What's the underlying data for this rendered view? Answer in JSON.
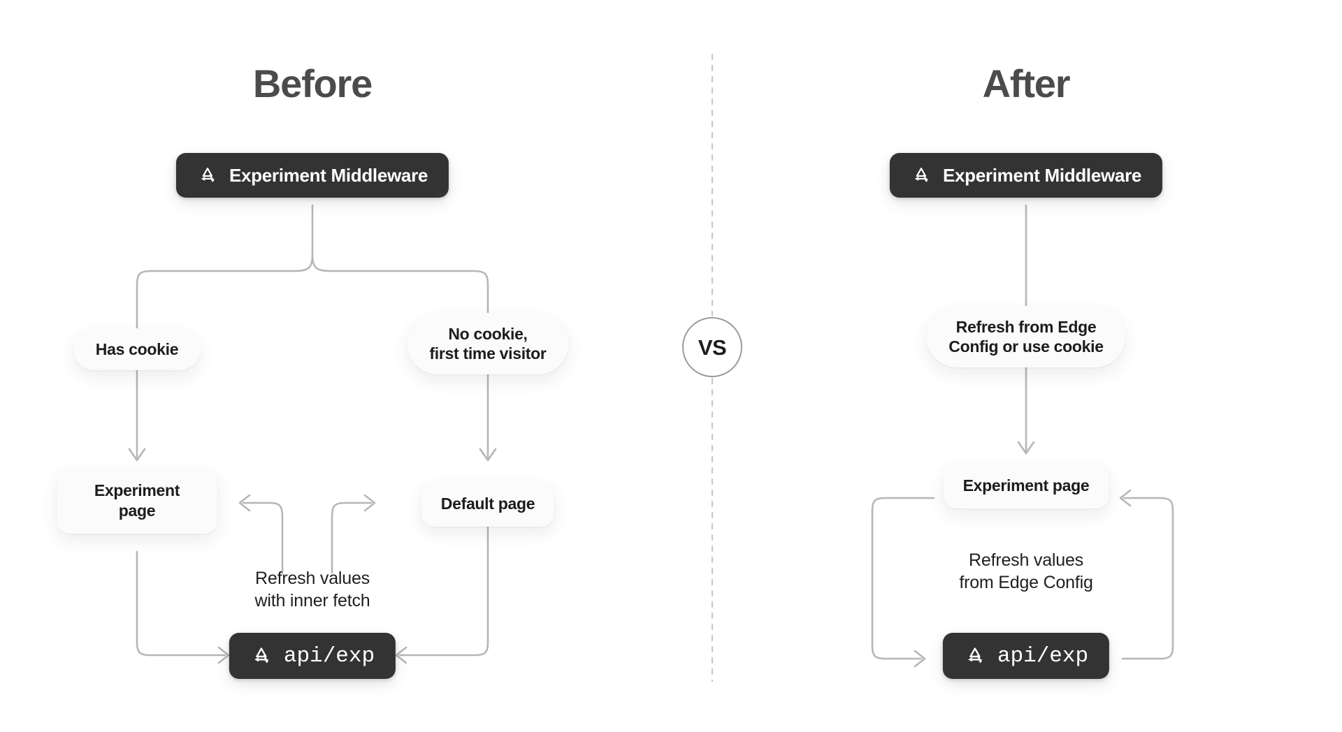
{
  "page": {
    "background": "#ffffff",
    "line_color": "#b6b6b6",
    "dark_node_color": "#333333",
    "pill_color": "#fbfbfb",
    "text_color": "#1c1c1c",
    "title_color": "#4b4b4b"
  },
  "divider": {
    "badge_label": "VS",
    "style": "dashed-vertical"
  },
  "before": {
    "title": "Before",
    "middleware": {
      "label": "Experiment Middleware",
      "icon": "vercel-experiment-logo"
    },
    "branch_left": {
      "label": "Has cookie"
    },
    "branch_right": {
      "line1": "No cookie,",
      "line2": "first time visitor"
    },
    "page_left": {
      "line1": "Experiment",
      "line2": "page"
    },
    "page_right": {
      "label": "Default page"
    },
    "refresh_caption": {
      "line1": "Refresh values",
      "line2": "with inner fetch"
    },
    "api": {
      "label": "api/exp",
      "icon": "vercel-experiment-logo"
    }
  },
  "after": {
    "title": "After",
    "middleware": {
      "label": "Experiment Middleware",
      "icon": "vercel-experiment-logo"
    },
    "branch": {
      "line1": "Refresh from Edge",
      "line2": "Config or use cookie"
    },
    "page": {
      "label": "Experiment page"
    },
    "refresh_caption": {
      "line1": "Refresh values",
      "line2": "from Edge Config"
    },
    "api": {
      "label": "api/exp",
      "icon": "vercel-experiment-logo"
    }
  }
}
